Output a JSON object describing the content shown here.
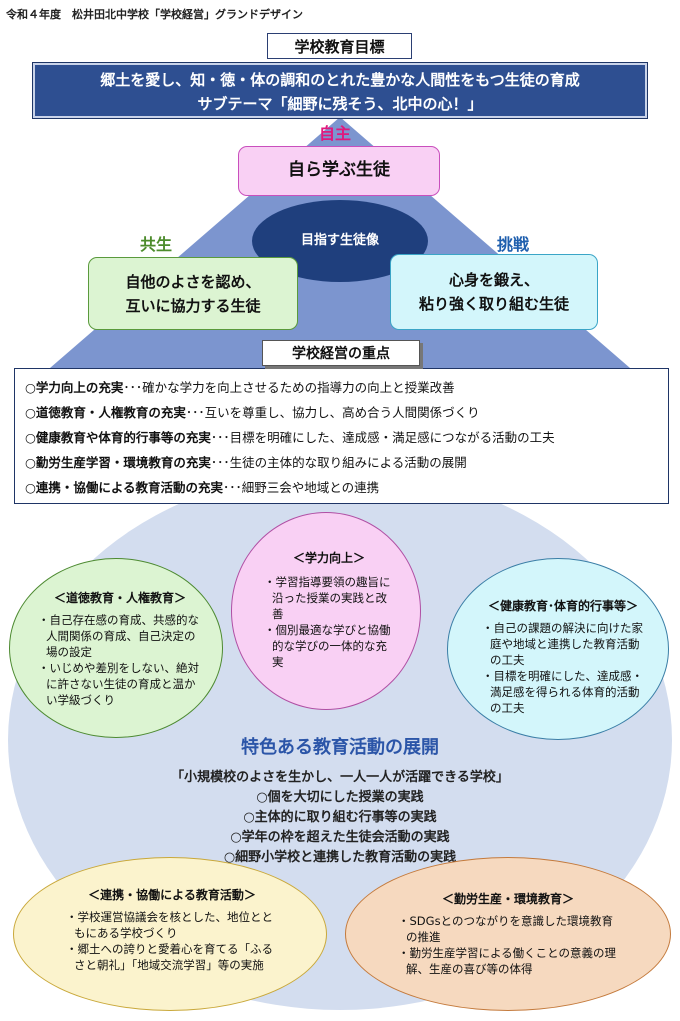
{
  "header": {
    "text": "令和４年度　松井田北中学校「学校経営」グランドデザイン"
  },
  "goal": {
    "title": "学校教育目標",
    "line1": "郷土を愛し、知・徳・体の調和のとれた豊かな人間性をもつ生徒の育成",
    "line2": "サブテーマ「細野に残そう、北中の心！」"
  },
  "pyramid": {
    "top_tag": "自主",
    "left_tag": "共生",
    "right_tag": "挑戦",
    "center": "目指す生徒像",
    "top_box": "自ら学ぶ生徒",
    "left_box": [
      "自他のよさを認め、",
      "互いに協力する生徒"
    ],
    "right_box": [
      "心身を鍛え、",
      "粘り強く取り組む生徒"
    ]
  },
  "focus": {
    "title": "学校経営の重点",
    "items": [
      {
        "head": "○学力向上の充実",
        "body": "･･･確かな学力を向上させるための指導力の向上と授業改善"
      },
      {
        "head": "○道徳教育・人権教育の充実",
        "body": "･･･互いを尊重し、協力し、高め合う人間関係づくり"
      },
      {
        "head": "○健康教育や体育的行事等の充実",
        "body": "･･･目標を明確にした、達成感・満足感につながる活動の工夫"
      },
      {
        "head": "○勤労生産学習・環境教育の充実",
        "body": "･･･生徒の主体的な取り組みによる活動の展開"
      },
      {
        "head": "○連携・協働による教育活動の充実",
        "body": "･･･細野三会や地域との連携"
      }
    ]
  },
  "circles": {
    "moral": {
      "title": "＜道徳教育・人権教育＞",
      "items": [
        "・自己存在感の育成、共感的な人間関係の育成、自己決定の場の設定",
        "・いじめや差別をしない、絶対に許さない生徒の育成と温かい学級づくり"
      ]
    },
    "academic": {
      "title": "＜学力向上＞",
      "items": [
        "・学習指導要領の趣旨に沿った授業の実践と改善",
        "・個別最適な学びと協働的な学びの一体的な充実"
      ]
    },
    "health": {
      "title": "＜健康教育･体育的行事等＞",
      "items": [
        "・自己の課題の解決に向けた家庭や地域と連携した教育活動の工夫",
        "・目標を明確にした、達成感・満足感を得られる体育的活動の工夫"
      ]
    },
    "collab": {
      "title": "＜連携・協働による教育活動＞",
      "items": [
        "・学校運営協議会を核とした、地位とともにある学校づくり",
        "・郷土への誇りと愛着心を育てる「ふるさと朝礼」「地域交流学習」等の実施"
      ]
    },
    "labor": {
      "title": "＜勤労生産・環境教育＞",
      "items": [
        "・SDGsとのつながりを意識した環境教育の推進",
        "・勤労生産学習による働くことの意義の理解、生産の喜び等の体得"
      ]
    }
  },
  "center": {
    "title": "特色ある教育活動の展開",
    "subtitle": "「小規模校のよさを生かし、一人一人が活躍できる学校」",
    "items": [
      "○個を大切にした授業の実践",
      "○主体的に取り組む行事等の実践",
      "○学年の枠を超えた生徒会活動の実践",
      "○細野小学校と連携した教育活動の実践"
    ]
  },
  "colors": {
    "navy": "#2e4f91",
    "pyramid": "#7c95cf",
    "big_oval": "#d3ddef",
    "pink": "#f9d0f4",
    "green": "#dcf4d2",
    "cyan": "#d3f6fb",
    "orange": "#f6d9bf",
    "yellow": "#fbf3cd"
  }
}
